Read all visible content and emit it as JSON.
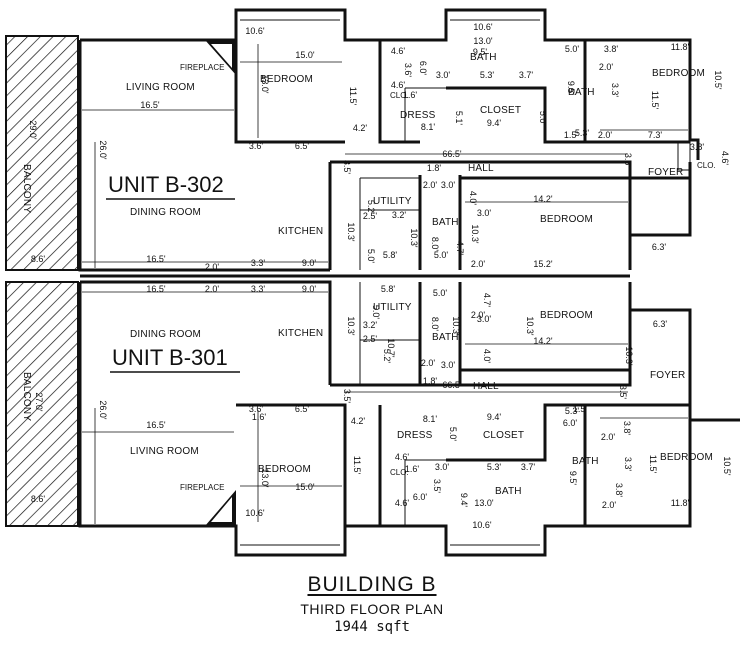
{
  "units": {
    "upper": {
      "name": "UNIT B-302",
      "rooms": {
        "living_room": "LIVING ROOM",
        "fireplace": "FIREPLACE",
        "bedroom_1": "BEDROOM",
        "bath_1": "BATH",
        "clo": "CLO.",
        "dress": "DRESS",
        "closet": "CLOSET",
        "bath_2": "BATH",
        "bedroom_2": "BEDROOM",
        "clo_2": "CLO.",
        "foyer": "FOYER",
        "hall": "HALL",
        "balcony": "BALCONY",
        "dining_room": "DINING ROOM",
        "kitchen": "KITCHEN",
        "utility": "UTILITY",
        "bath_3": "BATH",
        "bedroom_3": "BEDROOM"
      },
      "dims": [
        "10.6'",
        "15.0'",
        "13.0'",
        "11.5'",
        "16.5'",
        "26.0'",
        "29.0'",
        "4.6'",
        "3.6'",
        "6.0'",
        "9.5'",
        "10.6'",
        "13.0'",
        "3.0'",
        "5.3'",
        "3.7'",
        "5.0'",
        "3.8'",
        "11.8'",
        "2.0'",
        "10.5'",
        "9.5'",
        "3.3'",
        "11.5'",
        "4.6'",
        "1.6'",
        "8.1'",
        "9.4'",
        "5.1'",
        "5.0'",
        "4.2'",
        "3.6'",
        "6.5'",
        "66.5'",
        "3.5'",
        "5.3'",
        "1.5'",
        "2.0'",
        "7.3'",
        "3.8'",
        "4.6'",
        "1.8'",
        "2.0'",
        "3.0'",
        "4.0'",
        "14.2'",
        "3.5'",
        "10.3'",
        "5.2'",
        "2.5'",
        "3.2'",
        "10.3'",
        "3.0'",
        "8.0'",
        "10.3'",
        "4.7'",
        "5.0'",
        "5.8'",
        "5.0'",
        "2.0'",
        "15.2'",
        "6.3'",
        "8.6'",
        "16.5'",
        "2.0'",
        "3.3'",
        "9.0'"
      ]
    },
    "lower": {
      "name": "UNIT B-301",
      "rooms": {
        "living_room": "LIVING ROOM",
        "fireplace": "FIREPLACE",
        "bedroom_1": "BEDROOM",
        "bath_1": "BATH",
        "clo": "CLO.",
        "dress": "DRESS",
        "closet": "CLOSET",
        "bath_2": "BATH",
        "bedroom_2": "BEDROOM",
        "foyer": "FOYER",
        "hall": "HALL",
        "balcony": "BALCONY",
        "dining_room": "DINING ROOM",
        "kitchen": "KITCHEN",
        "utility": "UTILITY",
        "bath_3": "BATH",
        "bedroom_3": "BEDROOM"
      },
      "dims": [
        "16.5'",
        "2.0'",
        "3.3'",
        "9.0'",
        "5.8'",
        "5.0'",
        "4.7'",
        "5.0'",
        "10.3'",
        "8.0'",
        "10.3'",
        "2.0'",
        "3.0'",
        "10.3'",
        "14.2'",
        "6.3'",
        "10.3'",
        "3.2'",
        "10.7'",
        "2.5'",
        "5.2'",
        "4.0'",
        "2.0'",
        "3.0'",
        "1.8'",
        "66.5'",
        "3.5'",
        "3.5'",
        "26.0'",
        "27.0'",
        "3.6'",
        "6.5'",
        "1.6'",
        "4.2'",
        "8.1'",
        "9.4'",
        "5.0'",
        "5.3'",
        "1.5'",
        "6.0'",
        "2.0'",
        "3.8'",
        "16.5'",
        "11.5'",
        "4.6'",
        "1.6'",
        "3.0'",
        "5.3'",
        "3.7'",
        "9.5'",
        "3.3'",
        "11.5'",
        "10.5'",
        "13.0'",
        "15.0'",
        "3.5'",
        "6.0'",
        "9.4'",
        "13.0'",
        "3.8'",
        "11.8'",
        "2.0'",
        "8.6'",
        "10.6'",
        "4.6'",
        "10.6'"
      ]
    }
  },
  "caption": {
    "title": "BUILDING B",
    "subtitle": "THIRD FLOOR PLAN",
    "area": "1944 sqft"
  }
}
